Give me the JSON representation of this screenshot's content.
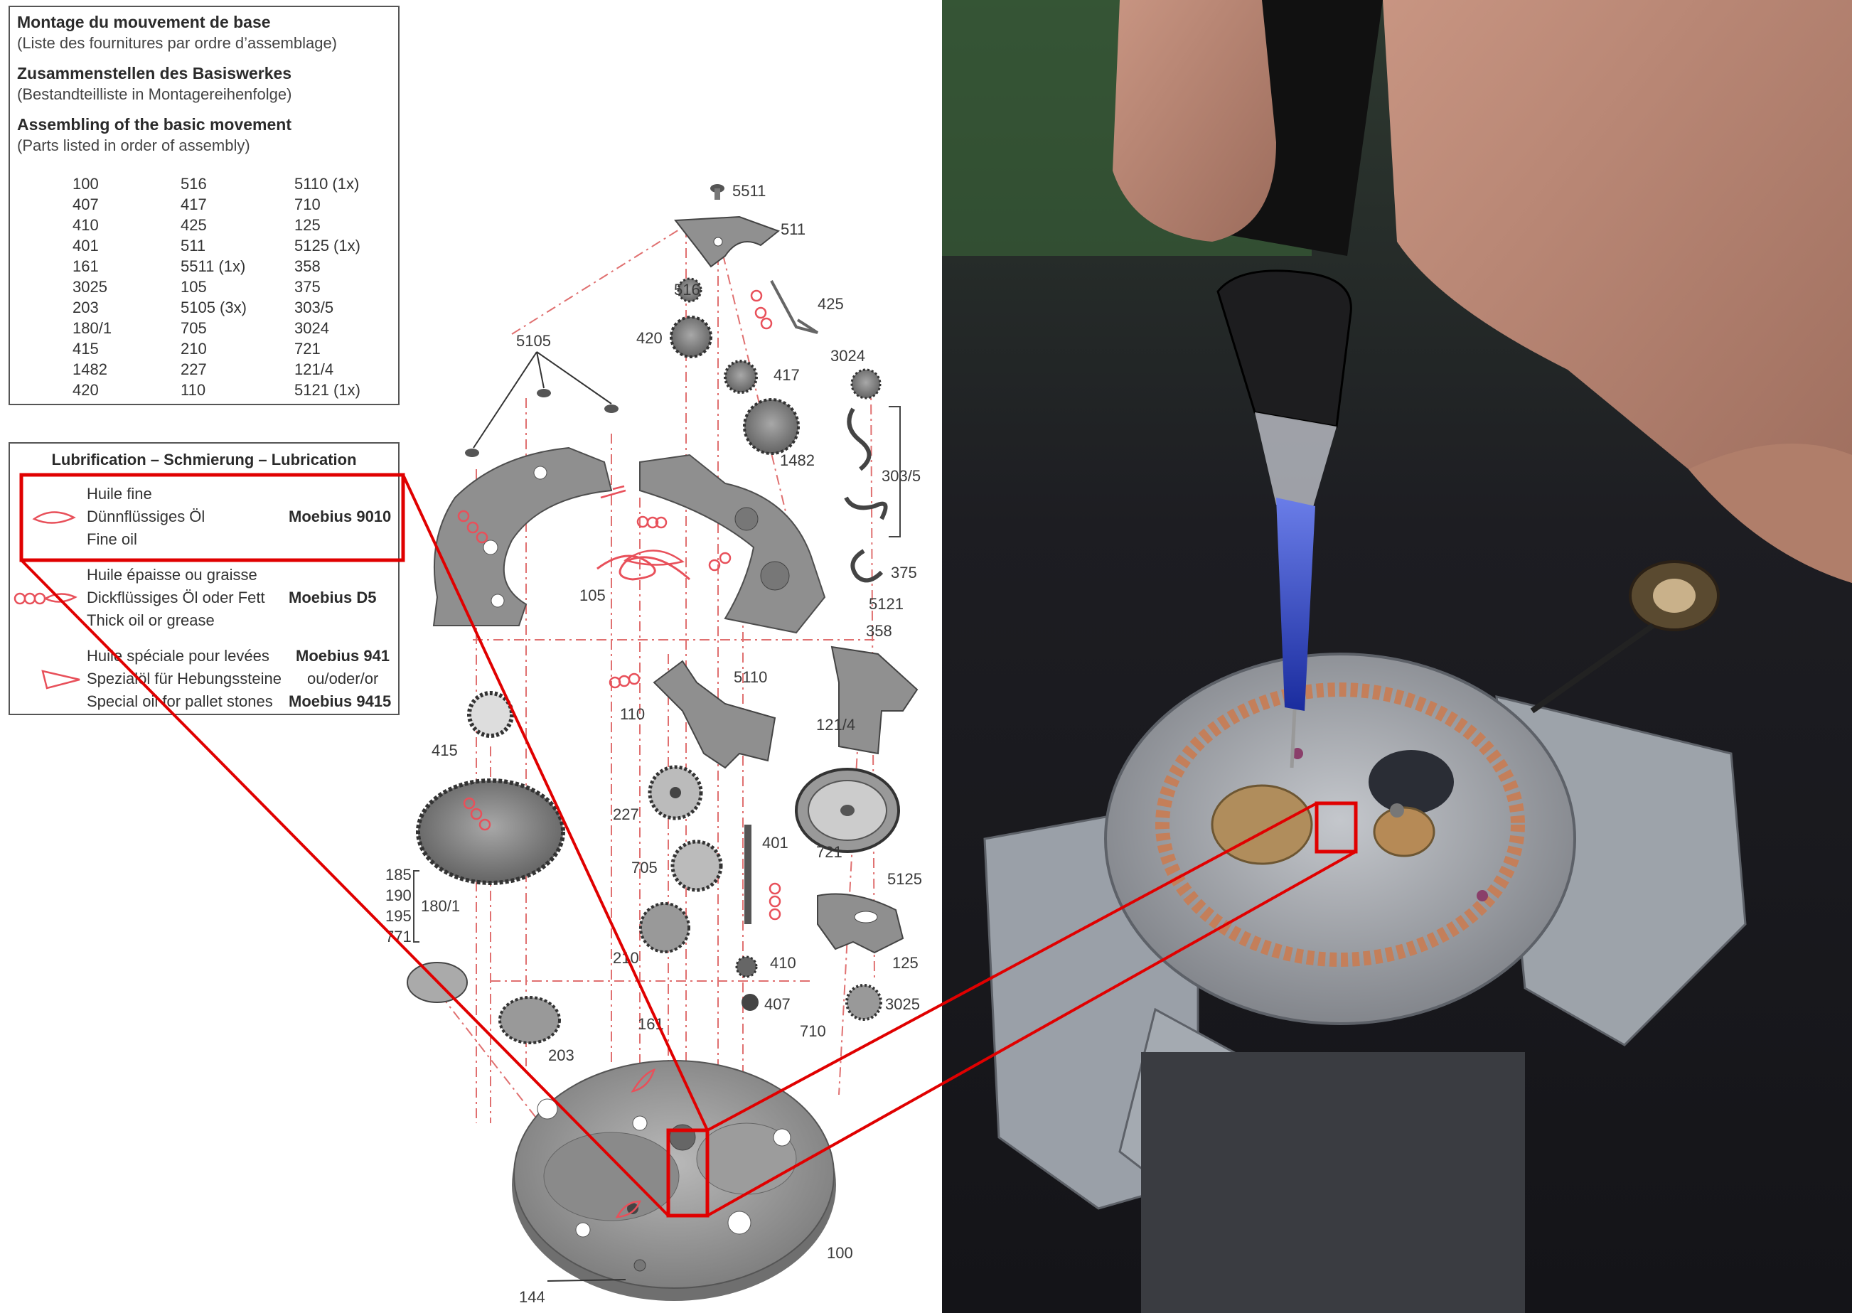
{
  "parts_list": {
    "title_fr": "Montage du mouvement de base",
    "subtitle_fr": "(Liste des fournitures par ordre d’assemblage)",
    "title_de": "Zusammenstellen des Basiswerkes",
    "subtitle_de": "(Bestandteilliste in Montagereihenfolge)",
    "title_en": "Assembling of the basic movement",
    "subtitle_en": "(Parts listed in order of assembly)",
    "col1": [
      "100",
      "407",
      "410",
      "401",
      "161",
      "3025",
      "203",
      "180/1",
      "415",
      "1482",
      "420"
    ],
    "col2": [
      "516",
      "417",
      "425",
      "511",
      "5511 (1x)",
      "105",
      "5105 (3x)",
      "705",
      "210",
      "227",
      "110"
    ],
    "col3": [
      "5110 (1x)",
      "710",
      "125",
      "5125 (1x)",
      "358",
      "375",
      "303/5",
      "3024",
      "721",
      "121/4",
      "5121 (1x)"
    ]
  },
  "lubrication": {
    "title": "Lubrification – Schmierung – Lubrication",
    "entries": [
      {
        "fr": "Huile fine",
        "de": "Dünnflüssiges Öl",
        "en": "Fine oil",
        "product": "Moebius 9010",
        "icon": "drop-icon"
      },
      {
        "fr": "Huile épaisse ou graisse",
        "de": "Dickflüssiges Öl oder Fett",
        "en": "Thick oil or grease",
        "product": "Moebius D5",
        "icon": "triple-drop-icon"
      },
      {
        "fr": "Huile spéciale pour levées",
        "de": "Spezialöl für Hebungssteine",
        "en": "Special oil for pallet stones",
        "product": "Moebius 941",
        "or": "ou/oder/or",
        "product2": "Moebius 9415",
        "icon": "wedge-icon"
      }
    ]
  },
  "diagram_labels": {
    "p5511": "5511",
    "p511": "511",
    "p516": "516",
    "p425": "425",
    "p420": "420",
    "p417": "417",
    "p3024": "3024",
    "p5105": "5105",
    "p1482": "1482",
    "p303_5": "303/5",
    "p105": "105",
    "p375": "375",
    "p5121": "5121",
    "p358": "358",
    "p5110": "5110",
    "p110": "110",
    "p121_4": "121/4",
    "p415": "415",
    "p227": "227",
    "p721": "721",
    "p401": "401",
    "p705": "705",
    "p5125": "5125",
    "p185": "185",
    "p190": "190",
    "p195": "195",
    "p771": "771",
    "p180_1": "180/1",
    "p210": "210",
    "p410": "410",
    "p125": "125",
    "p407": "407",
    "p3025": "3025",
    "p161": "161",
    "p710": "710",
    "p203": "203",
    "p100": "100",
    "p144": "144"
  },
  "colors": {
    "callout": "#e00000",
    "oil": "#e8505a",
    "metal": "#8c8c8c",
    "brass": "#c8a070"
  }
}
